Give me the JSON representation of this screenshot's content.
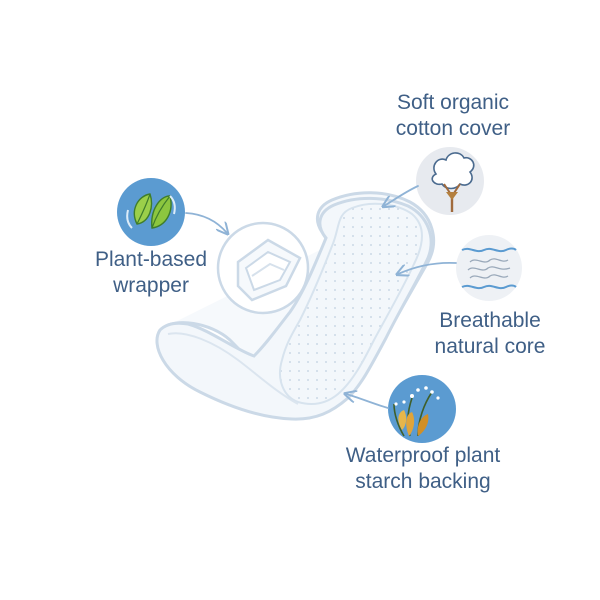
{
  "features": [
    {
      "id": "cotton",
      "icon": "cotton-flower-icon",
      "lines": [
        "Soft organic",
        "cotton cover"
      ]
    },
    {
      "id": "wrapper",
      "icon": "leaves-icon",
      "lines": [
        "Plant-based",
        "wrapper"
      ]
    },
    {
      "id": "core",
      "icon": "fiber-core-icon",
      "lines": [
        "Breathable",
        "natural core"
      ]
    },
    {
      "id": "backing",
      "icon": "plant-wheat-icon",
      "lines": [
        "Waterproof plant",
        "starch backing"
      ]
    }
  ],
  "colors": {
    "label_text": "#3f5f86",
    "icon_blue": "#5b9bd1",
    "icon_gray": "#e7eaef",
    "outline": "#c9d8e6",
    "arrow": "#8fb3d6",
    "pad_fill": "#eef4fa"
  }
}
